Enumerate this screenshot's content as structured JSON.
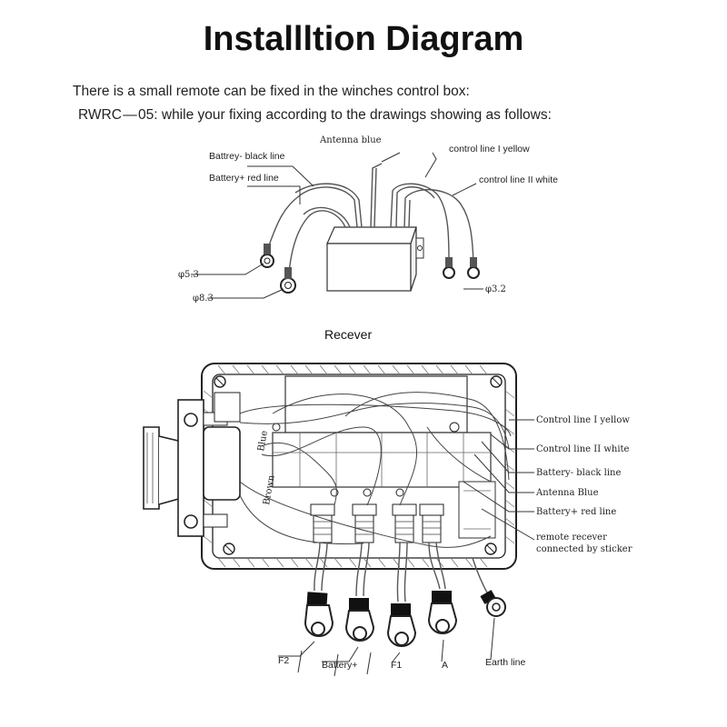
{
  "title": "Installltion Diagram",
  "intro": {
    "line1": "There is a small remote can be fixed in the winches control box:",
    "line2": "RWRC — 05: while your fixing according to the drawings showing as follows:"
  },
  "remote": {
    "antenna": "Antenna blue",
    "battery_minus": "Battrey- black line",
    "battery_plus": "Battery+ red line",
    "control1": "control line I yellow",
    "control2": "control line II white",
    "dia53": "φ5.3",
    "dia83": "φ8.3",
    "dia32": "φ3.2"
  },
  "receiver_title": "Recever",
  "box": {
    "blue": "Blue",
    "brown": "Brown",
    "ctrl1": "Control line I yellow",
    "ctrl2": "Control line II white",
    "batt_minus": "Battery-  black line",
    "antenna": "Antenna Blue",
    "batt_plus": "Battery+ red line",
    "remote1": "remote recever",
    "remote2": "connected by sticker"
  },
  "terminals": {
    "f2": "F2",
    "batt": "Battery+",
    "f1": "F1",
    "a": "A",
    "earth": "Earth line"
  }
}
